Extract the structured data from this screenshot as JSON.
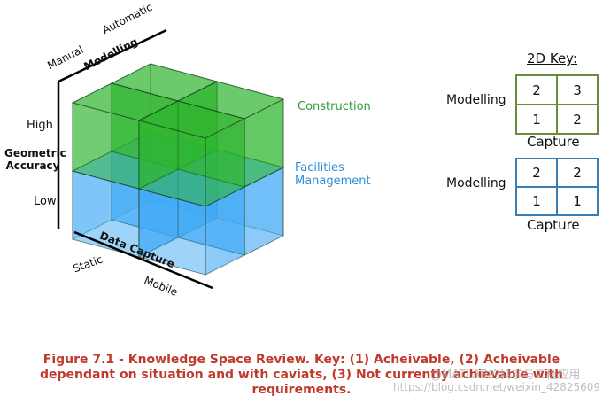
{
  "diagram": {
    "axis_modelling": {
      "title": "Modelling",
      "tick_manual": "Manual",
      "tick_automatic": "Automatic"
    },
    "axis_accuracy": {
      "title_line1": "Geometric",
      "title_line2": "Accuracy",
      "tick_high": "High",
      "tick_low": "Low"
    },
    "axis_capture": {
      "title": "Data Capture",
      "tick_static": "Static",
      "tick_mobile": "Mobile"
    },
    "region_construction": "Construction",
    "region_facilities_line1": "Facilities",
    "region_facilities_line2": "Management",
    "colors": {
      "green": "#2db52d",
      "blue": "#3fa9f5",
      "construction_text": "#2e9e2e",
      "facilities_text": "#2f8fd8"
    }
  },
  "key": {
    "title": "2D Key:",
    "grid_top": {
      "row_label": "Modelling",
      "col_label": "Capture",
      "cells": [
        "2",
        "3",
        "1",
        "2"
      ]
    },
    "grid_bottom": {
      "row_label": "Modelling",
      "col_label": "Capture",
      "cells": [
        "2",
        "2",
        "1",
        "1"
      ]
    },
    "colors": {
      "top_border": "#6b8c3a",
      "bottom_border": "#3a7fb3"
    }
  },
  "caption": {
    "line1": "Figure 7.1 - Knowledge Space Review. Key: (1) Acheivable, (2) Acheivable",
    "line2": "dependant on situation and with caviats, (3) Not currently achievable with",
    "line3": "requirements."
  },
  "watermark": {
    "text": "@MATLAB的科学与工程应用",
    "url": "https://blog.csdn.net/weixin_42825609"
  }
}
